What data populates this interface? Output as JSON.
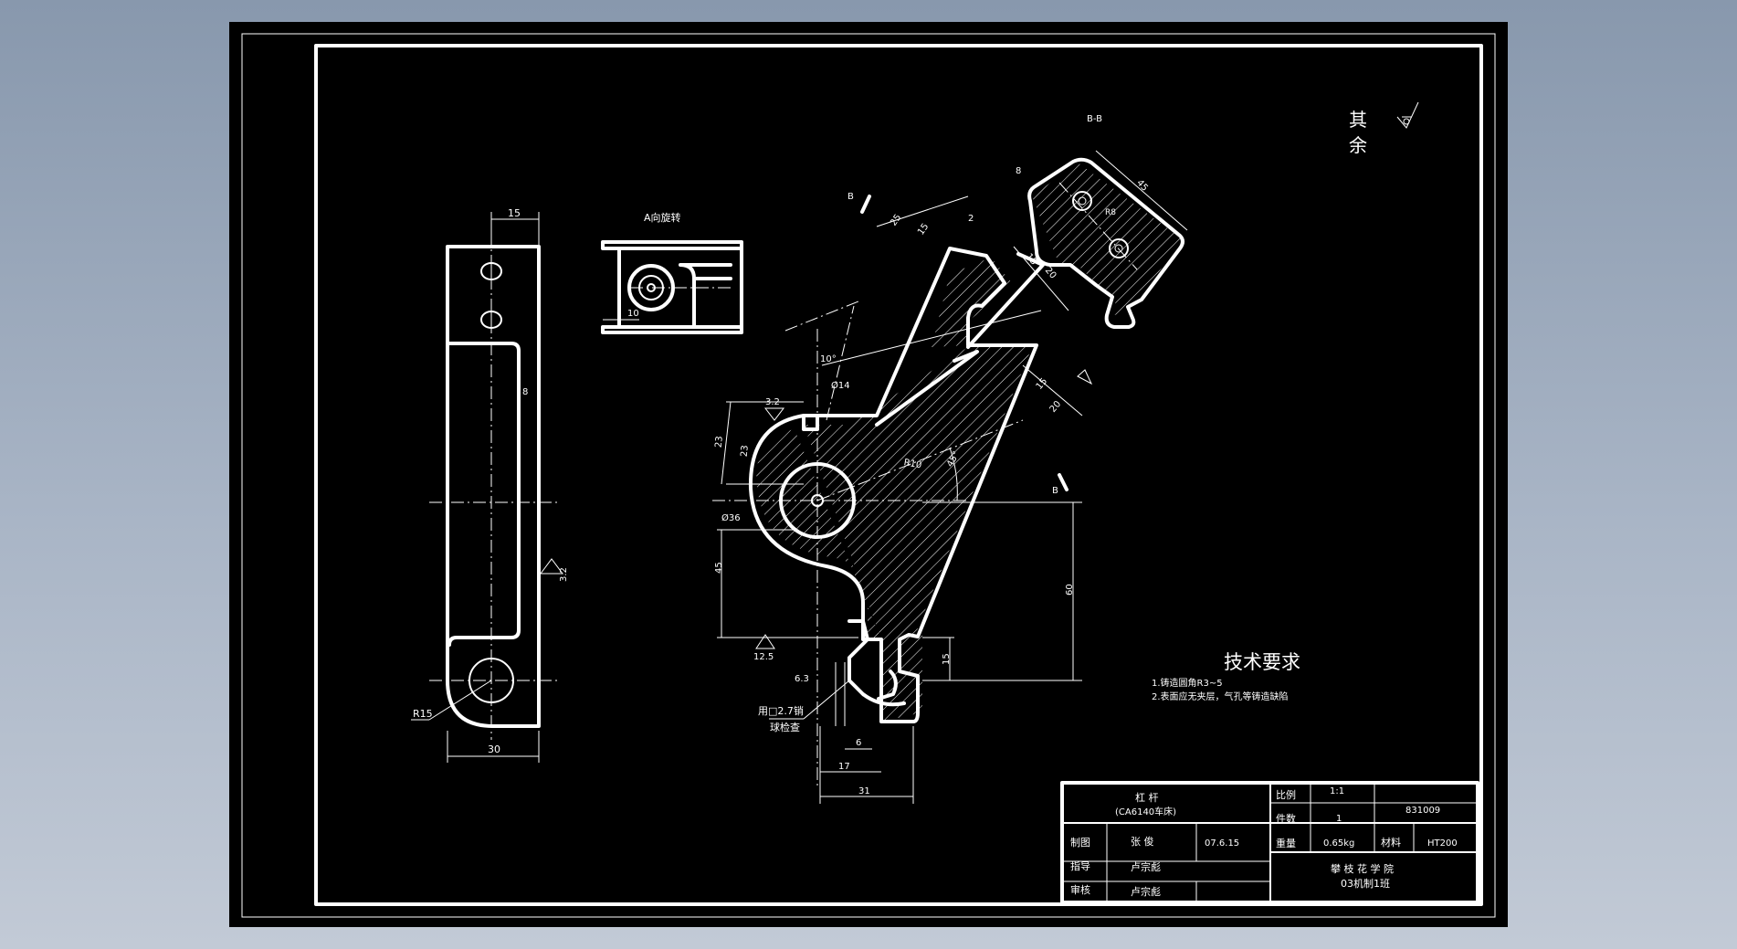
{
  "views": {
    "aux_view_label": "A向旋转",
    "section_label": "B-B",
    "cut_marker_top": "B",
    "cut_marker_right": "B"
  },
  "roughness_note": {
    "line1": "其",
    "line2": "余"
  },
  "dimensions": {
    "side_top_width": "15",
    "side_bottom_width": "30",
    "side_radius": "R15",
    "side_small": "8",
    "side_rough": "3.2",
    "aux_dim": "10",
    "main_25": "25",
    "main_15": "15",
    "main_2": "2",
    "main_10deg": "10°",
    "main_phi": "Ø14",
    "main_rough_a": "3.2",
    "main_23a": "23",
    "main_23b": "23",
    "main_phi2": "Ø36",
    "main_45": "45",
    "main_rough_b": "12.5",
    "main_r10": "R10",
    "main_angle": "45°",
    "main_60": "60",
    "main_15b": "15",
    "main_63": "6.3",
    "main_17": "17",
    "main_31": "31",
    "main_6": "6",
    "main_note1": "用□2.7销",
    "main_note2": "球检查",
    "sec_15a": "15",
    "sec_20a": "20",
    "sec_15b": "15",
    "sec_20b": "20",
    "sec_r8": "R8",
    "sec_8": "8",
    "sec_45": "45"
  },
  "technical_requirements": {
    "title": "技术要求",
    "item1": "1.铸造圆角R3~5",
    "item2": "2.表面应无夹层，气孔等铸造缺陷"
  },
  "title_block": {
    "part_name": "杠  杆",
    "part_sub": "(CA6140车床)",
    "scale_label": "比例",
    "scale_value": "1:1",
    "qty_label": "件数",
    "qty_value": "1",
    "drawing_no": "831009",
    "drawn_label": "制图",
    "drawn_name": "张  俊",
    "drawn_date": "07.6.15",
    "weight_label": "重量",
    "weight_value": "0.65kg",
    "material_label": "材料",
    "material_value": "HT200",
    "guide_label": "指导",
    "guide_name": "卢宗彪",
    "review_label": "审核",
    "review_name": "卢宗彪",
    "school": "攀 枝 花 学 院",
    "class": "03机制1班"
  }
}
